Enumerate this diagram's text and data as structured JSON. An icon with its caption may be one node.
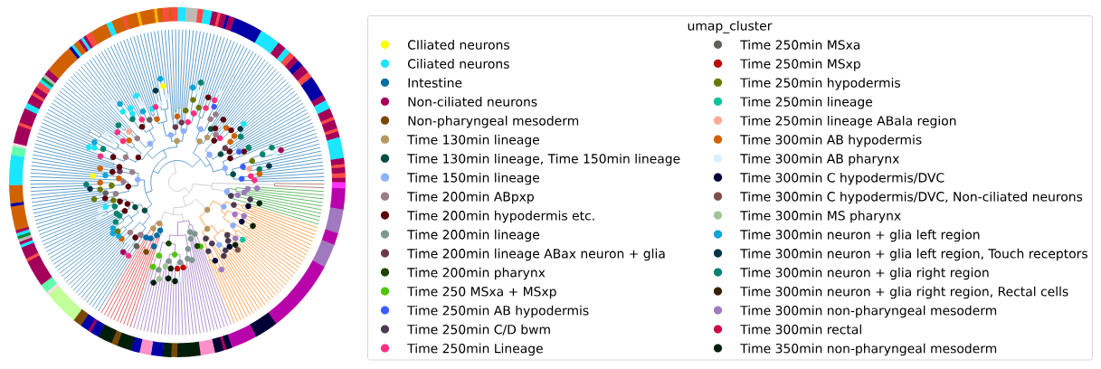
{
  "diagram": {
    "labels": [
      "umap_cluster"
    ],
    "legend": [
      {
        "text": "CIliated neurons",
        "color": "#ffff00"
      },
      {
        "text": "Ciliated neurons",
        "color": "#1ce6ff"
      },
      {
        "text": "Intestine",
        "color": "#006fa6"
      },
      {
        "text": "Non-ciliated neurons",
        "color": "#a30059"
      },
      {
        "text": "Non-pharyngeal mesoderm",
        "color": "#7a4900"
      },
      {
        "text": "Time 130min lineage",
        "color": "#b79762"
      },
      {
        "text": "Time 130min lineage, Time 150min lineage",
        "color": "#004d43"
      },
      {
        "text": "Time 150min lineage",
        "color": "#8fb0ff"
      },
      {
        "text": "Time 200min ABpxp",
        "color": "#997d87"
      },
      {
        "text": "Time 200min hypodermis etc.",
        "color": "#5a0007"
      },
      {
        "text": "Time 200min lineage",
        "color": "#809693"
      },
      {
        "text": "Time 200min lineage ABax neuron + glia",
        "color": "#6a3a4c"
      },
      {
        "text": "Time 200min pharynx",
        "color": "#1b4400"
      },
      {
        "text": "Time 250 MSxa + MSxp",
        "color": "#4fc601"
      },
      {
        "text": "Time 250min AB hypodermis",
        "color": "#3b5dff"
      },
      {
        "text": "Time 250min C/D bwm",
        "color": "#4a3b53"
      },
      {
        "text": "Time 250min Lineage",
        "color": "#ff2f80"
      },
      {
        "text": "Time 250min MSxa",
        "color": "#61615a"
      },
      {
        "text": "Time 250min MSxp",
        "color": "#ba0900"
      },
      {
        "text": "Time 250min hypodermis",
        "color": "#6b7900"
      },
      {
        "text": "Time 250min lineage",
        "color": "#00c2a0"
      },
      {
        "text": "Time 250min lineage ABala region",
        "color": "#ffaa92"
      },
      {
        "text": "Time 300min AB hypodermis",
        "color": "#d16100"
      },
      {
        "text": "Time 300min AB pharynx",
        "color": "#ddefff"
      },
      {
        "text": "Time 300min C hypodermis/DVC",
        "color": "#000035"
      },
      {
        "text": "Time 300min C hypodermis/DVC, Non-ciliated neurons",
        "color": "#7b4f4b"
      },
      {
        "text": "Time 300min MS pharynx",
        "color": "#a1c299"
      },
      {
        "text": "Time 300min neuron + glia left region",
        "color": "#0aa6d8"
      },
      {
        "text": "Time 300min neuron + glia left region, Touch receptors",
        "color": "#013349"
      },
      {
        "text": "Time 300min neuron + glia right region",
        "color": "#00846f"
      },
      {
        "text": "Time 300min neuron + glia right region, Rectal cells",
        "color": "#372101"
      },
      {
        "text": "Time 300min non-pharyngeal mesoderm",
        "color": "#a079bf"
      },
      {
        "text": "Time 300min rectal",
        "color": "#cc0744"
      },
      {
        "text": "Time 350min non-pharyngeal mesoderm",
        "color": "#001e09"
      }
    ]
  }
}
